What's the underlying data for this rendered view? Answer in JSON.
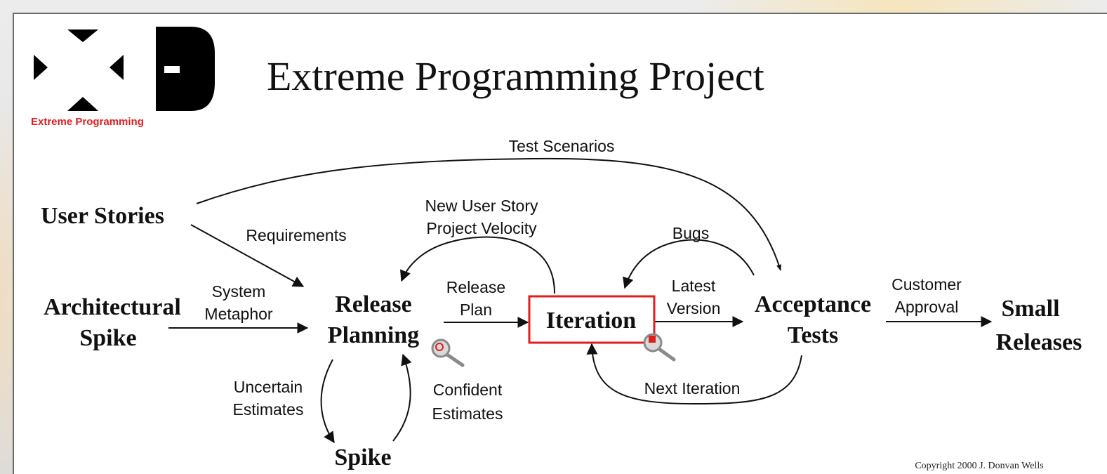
{
  "logo": {
    "letters": "XP",
    "caption": "Extreme Programming",
    "caption_color": "#e01e1e"
  },
  "title": "Extreme Programming Project",
  "nodes": {
    "user_stories": "User Stories",
    "architectural_spike": [
      "Architectural",
      "Spike"
    ],
    "release_planning": [
      "Release",
      "Planning"
    ],
    "iteration": "Iteration",
    "acceptance_tests": [
      "Acceptance",
      "Tests"
    ],
    "small_releases": [
      "Small",
      "Releases"
    ],
    "spike": "Spike"
  },
  "edge_labels": {
    "test_scenarios": "Test Scenarios",
    "requirements": "Requirements",
    "new_user_story": "New User Story",
    "project_velocity": "Project Velocity",
    "system_metaphor": [
      "System",
      "Metaphor"
    ],
    "release_plan": [
      "Release",
      "Plan"
    ],
    "bugs": "Bugs",
    "latest_version": [
      "Latest",
      "Version"
    ],
    "customer_approval": [
      "Customer",
      "Approval"
    ],
    "uncertain_estimates": [
      "Uncertain",
      "Estimates"
    ],
    "confident_estimates": [
      "Confident",
      "Estimates"
    ],
    "next_iteration": "Next Iteration"
  },
  "copyright": "Copyright 2000 J. Donvan Wells",
  "colors": {
    "iteration_border": "#e01e1e",
    "arrows": "#111111",
    "magnifier": "#8a8a8a"
  },
  "icons": [
    "magnifier-icon",
    "magnifier-icon"
  ]
}
